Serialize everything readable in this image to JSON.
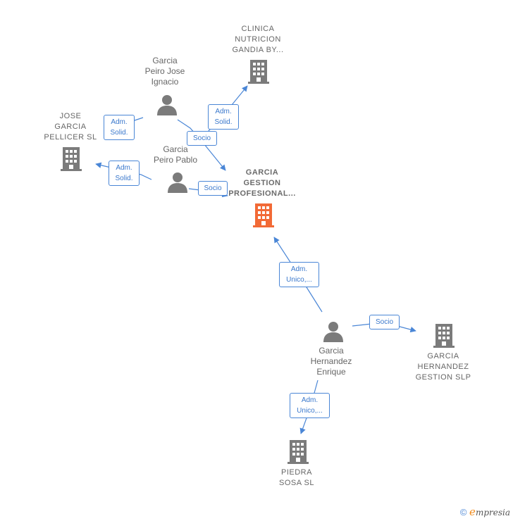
{
  "nodes": {
    "clinica": {
      "lines": [
        "CLINICA",
        "NUTRICION",
        "GANDIA BY..."
      ]
    },
    "jose_pellicer": {
      "lines": [
        "JOSE",
        "GARCIA",
        "PELLICER SL"
      ]
    },
    "garcia_gestion": {
      "lines": [
        "GARCIA",
        "GESTION",
        "PROFESIONAL..."
      ]
    },
    "hernandez_gestion": {
      "lines": [
        "GARCIA",
        "HERNANDEZ",
        "GESTION  SLP"
      ]
    },
    "piedra": {
      "lines": [
        "PIEDRA",
        "SOSA SL"
      ]
    },
    "peiro_jose": {
      "lines": [
        "Garcia",
        "Peiro Jose",
        "Ignacio"
      ]
    },
    "peiro_pablo": {
      "lines": [
        "Garcia",
        "Peiro Pablo"
      ]
    },
    "hernandez_enrique": {
      "lines": [
        "Garcia",
        "Hernandez",
        "Enrique"
      ]
    }
  },
  "edges": {
    "jose_to_pellicer": {
      "lines": [
        "Adm.",
        "Solid."
      ]
    },
    "jose_to_clinica": {
      "lines": [
        "Adm.",
        "Solid."
      ]
    },
    "jose_to_gestion": {
      "lines": [
        "Socio"
      ]
    },
    "pablo_to_pellicer": {
      "lines": [
        "Adm.",
        "Solid."
      ]
    },
    "pablo_to_gestion": {
      "lines": [
        "Socio"
      ]
    },
    "enrique_to_gestion": {
      "lines": [
        "Adm.",
        "Unico,..."
      ]
    },
    "enrique_to_hernandez": {
      "lines": [
        "Socio"
      ]
    },
    "enrique_to_piedra": {
      "lines": [
        "Adm.",
        "Unico,..."
      ]
    }
  },
  "colors": {
    "node": "#7b7b7b",
    "highlight": "#f26a36",
    "edge": "#4a86d6"
  },
  "icons": {
    "company": "building-icon",
    "person": "person-icon"
  },
  "footer": {
    "copyright_symbol": "©",
    "brand_first": "e",
    "brand_rest": "mpresia"
  }
}
